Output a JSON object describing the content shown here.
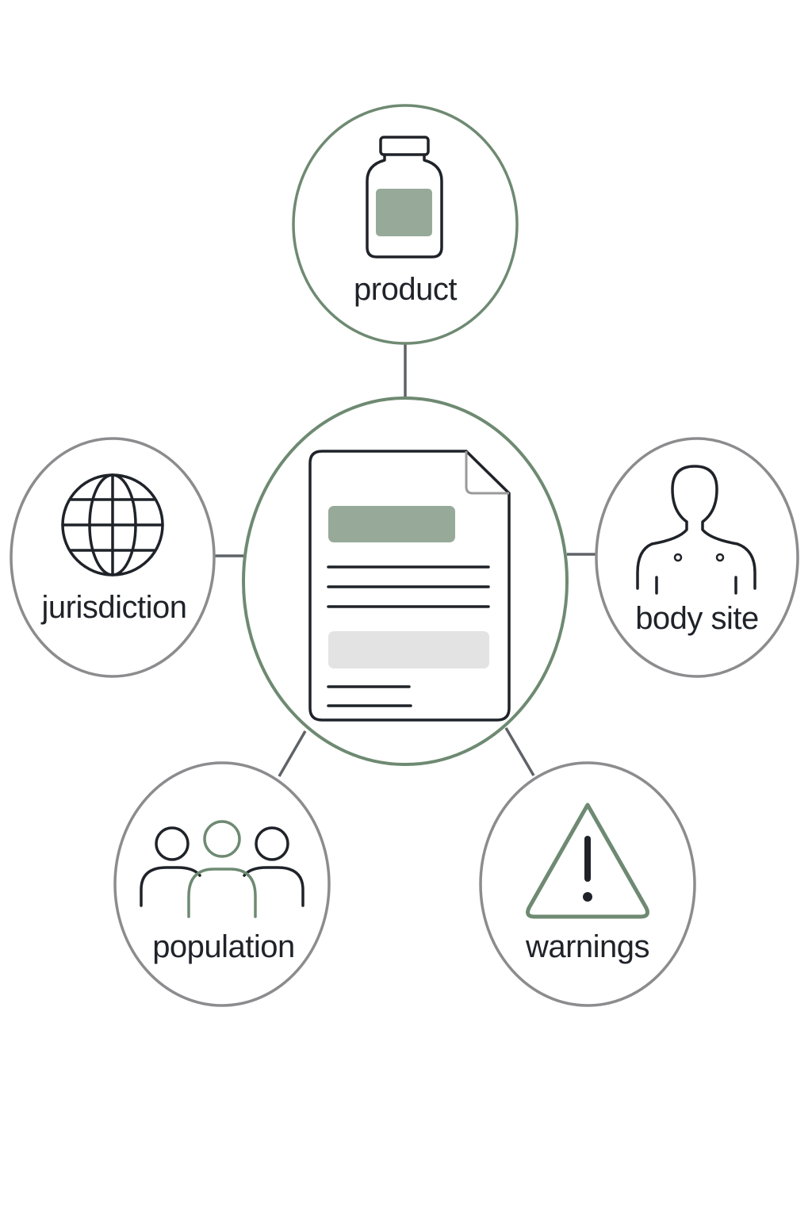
{
  "colors": {
    "accent_green": "#6e8a72",
    "accent_green_fill": "#97aa99",
    "neutral_gray": "#8c8c8f",
    "light_gray_fill": "#e3e3e3",
    "ink": "#1f2329",
    "connector": "#5f6368"
  },
  "center": {
    "icon": "document-icon"
  },
  "nodes": {
    "product": {
      "label": "product",
      "icon": "medicine-bottle-icon"
    },
    "jurisdiction": {
      "label": "jurisdiction",
      "icon": "globe-icon"
    },
    "body_site": {
      "label": "body site",
      "icon": "human-torso-icon"
    },
    "population": {
      "label": "population",
      "icon": "people-group-icon"
    },
    "warnings": {
      "label": "warnings",
      "icon": "warning-triangle-icon"
    }
  }
}
